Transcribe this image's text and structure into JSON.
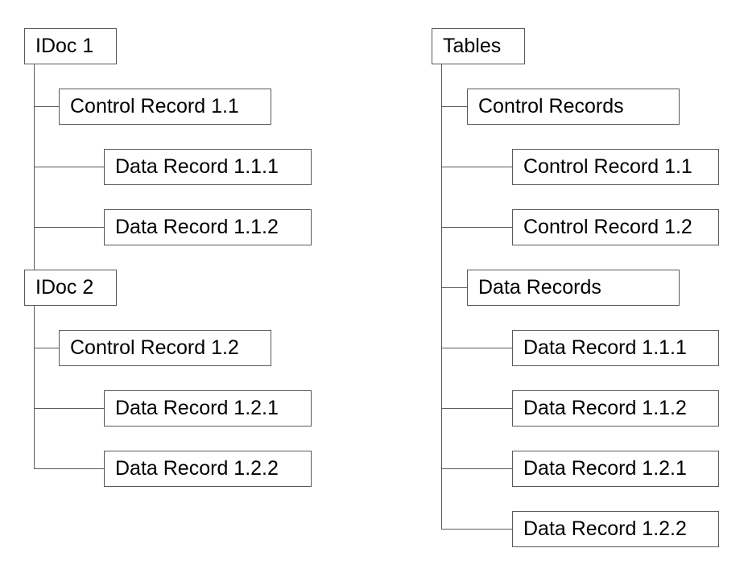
{
  "diagram": {
    "type": "tree-hierarchy",
    "background_color": "#ffffff",
    "box_fill_color": "#ffffff",
    "line_color": "#595959",
    "text_color": "#000000",
    "idoc_tree": {
      "nodes": [
        {
          "label": "IDoc 1",
          "level": 0
        },
        {
          "label": "Control Record 1.1",
          "level": 1
        },
        {
          "label": "Data Record 1.1.1",
          "level": 2
        },
        {
          "label": "Data Record 1.1.2",
          "level": 2
        },
        {
          "label": "IDoc 2",
          "level": 0
        },
        {
          "label": "Control Record 1.2",
          "level": 1
        },
        {
          "label": "Data Record 1.2.1",
          "level": 2
        },
        {
          "label": "Data Record 1.2.2",
          "level": 2
        }
      ]
    },
    "tables_tree": {
      "nodes": [
        {
          "label": "Tables",
          "level": 0
        },
        {
          "label": "Control Records",
          "level": 1
        },
        {
          "label": "Control Record 1.1",
          "level": 2
        },
        {
          "label": "Control Record 1.2",
          "level": 2
        },
        {
          "label": "Data Records",
          "level": 1
        },
        {
          "label": "Data Record 1.1.1",
          "level": 2
        },
        {
          "label": "Data Record 1.1.2",
          "level": 2
        },
        {
          "label": "Data Record 1.2.1",
          "level": 2
        },
        {
          "label": "Data Record 1.2.2",
          "level": 2
        }
      ]
    }
  }
}
